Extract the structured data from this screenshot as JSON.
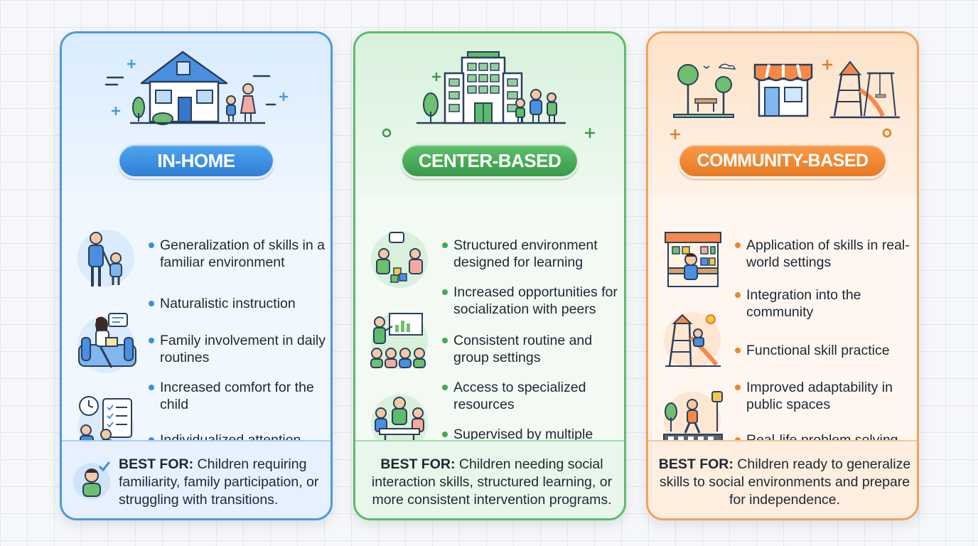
{
  "colors": {
    "blue": "#3b8ee0",
    "green": "#43a954",
    "orange": "#ee8530"
  },
  "cards": [
    {
      "title": "IN-HOME",
      "illustration_icon": "house-family-icon",
      "bullets": [
        "Generalization of skills in a familiar environment",
        "Naturalistic instruction",
        "Family involvement in daily routines",
        "Increased comfort for the child",
        "Individualized attention"
      ],
      "best_for_label": "BEST FOR:",
      "best_for_text": "Children requiring familiarity, family participation, or struggling with transitions."
    },
    {
      "title": "CENTER-BASED",
      "illustration_icon": "building-icon",
      "bullets": [
        "Structured environment designed for learning",
        "Increased opportunities for socialization with peers",
        "Consistent routine and group settings",
        "Access to specialized resources",
        "Supervised by multiple professionals"
      ],
      "best_for_label": "BEST FOR:",
      "best_for_text": "Children needing social interaction skills, structured learning, or more consistent intervention programs."
    },
    {
      "title": "COMMUNITY-BASED",
      "illustration_icon": "park-store-playground-icon",
      "bullets": [
        "Application of skills in real-world settings",
        "Integration into the community",
        "Functional skill practice",
        "Improved adaptability in public spaces",
        "Real-life problem solving"
      ],
      "best_for_label": "BEST FOR:",
      "best_for_text": "Children ready to generalize skills to social environments and prepare for independence."
    }
  ]
}
